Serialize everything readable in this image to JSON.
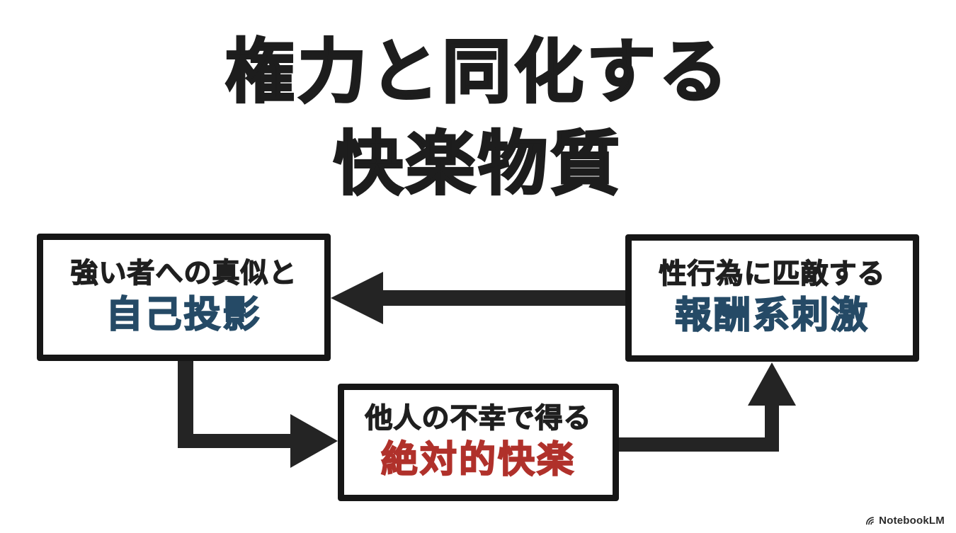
{
  "title": {
    "line1": "権力と同化する",
    "line2": "快楽物質",
    "color": "#1d1d1d"
  },
  "boxes": {
    "left": {
      "line1": "強い者への真似と",
      "line2": "自己投影",
      "line1_color": "#1f1f1f",
      "line2_color": "#254a66"
    },
    "right": {
      "line1": "性行為に匹敵する",
      "line2": "報酬系刺激",
      "line1_color": "#1f1f1f",
      "line2_color": "#254a66"
    },
    "bottom": {
      "line1": "他人の不幸で得る",
      "line2": "絶対的快楽",
      "line1_color": "#1f1f1f",
      "line2_color": "#b0312b"
    }
  },
  "arrows": {
    "color": "#242424",
    "right_to_left": {
      "from": "right-box",
      "to": "left-box",
      "direction": "left"
    },
    "left_to_bottom": {
      "from": "left-box",
      "to": "bottom-box",
      "direction": "right"
    },
    "bottom_to_right": {
      "from": "bottom-box",
      "to": "right-box",
      "direction": "up"
    }
  },
  "style": {
    "box_border_color": "#161616",
    "background": "#ffffff"
  },
  "watermark": {
    "label": "NotebookLM",
    "color": "#2b2b2b"
  }
}
